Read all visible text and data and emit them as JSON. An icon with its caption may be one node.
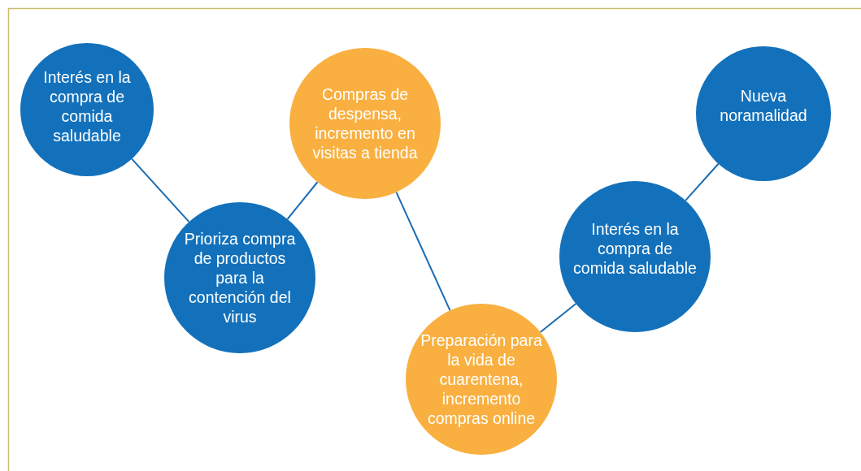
{
  "diagram": {
    "nodes": [
      {
        "text": [
          "Interés en la compra de comida saludable"
        ]
      },
      {
        "text": [
          "Prioriza compra de productos para la contención del virus"
        ]
      },
      {
        "text": [
          "Compras de despensa, incremento en visitas a tienda"
        ]
      },
      {
        "text": [
          "Preparación para la vida de cuarentena, incremento compras online"
        ]
      },
      {
        "text": [
          "Interés en la compra de comida saludable"
        ]
      },
      {
        "text": [
          "Nueva noramalidad"
        ]
      }
    ],
    "edges": [
      {
        "from": 0,
        "to": 1,
        "arrow": "none"
      },
      {
        "from": 1,
        "to": 2,
        "arrow": "none"
      },
      {
        "from": 2,
        "to": 3,
        "arrow": "none"
      },
      {
        "from": 3,
        "to": 4,
        "arrow": "none"
      },
      {
        "from": 4,
        "to": 5,
        "arrow": "none"
      }
    ]
  }
}
